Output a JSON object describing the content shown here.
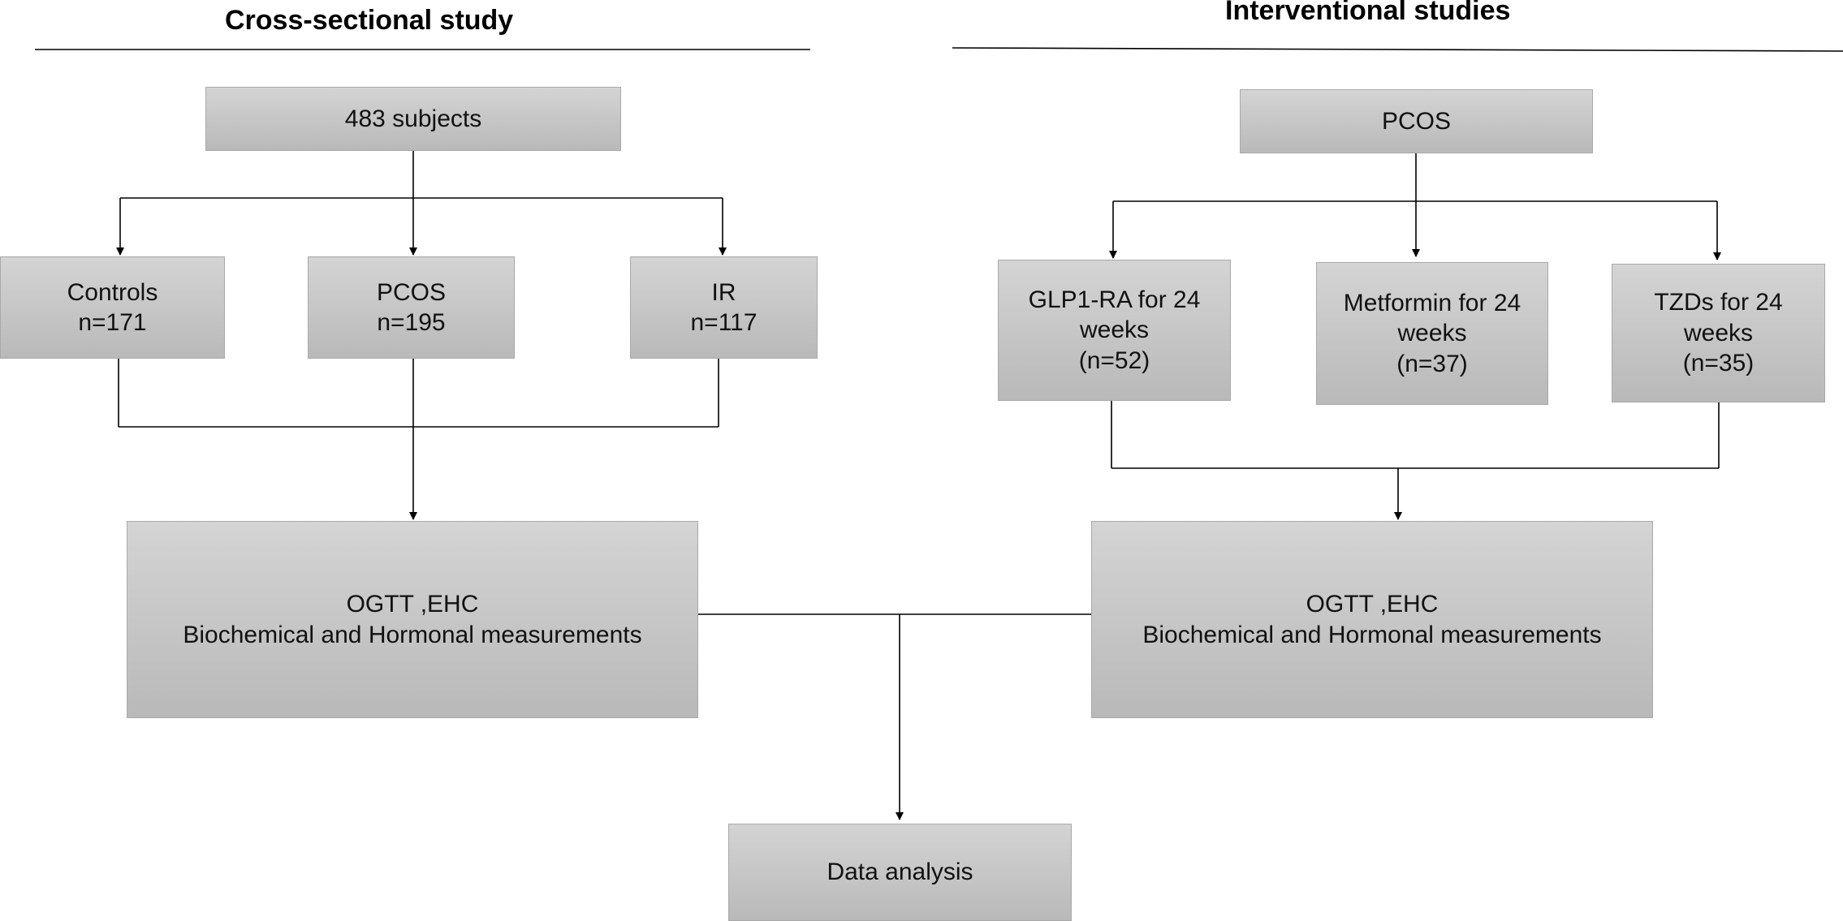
{
  "headers": {
    "left": "Cross-sectional study",
    "right": "Interventional studies"
  },
  "cross_sectional": {
    "root": "483 subjects",
    "groups": [
      {
        "label": "Controls",
        "count": "n=171"
      },
      {
        "label": "PCOS",
        "count": "n=195"
      },
      {
        "label": "IR",
        "count": "n=117"
      }
    ],
    "measurements": {
      "line1": "OGTT ,EHC",
      "line2": "Biochemical and Hormonal measurements"
    }
  },
  "interventional": {
    "root": "PCOS",
    "arms": [
      {
        "line1": "GLP1-RA for 24",
        "line2": "weeks",
        "line3": "(n=52)"
      },
      {
        "line1": "Metformin for 24",
        "line2": "weeks",
        "line3": "(n=37)"
      },
      {
        "line1": "TZDs for 24",
        "line2": "weeks",
        "line3": "(n=35)"
      }
    ],
    "measurements": {
      "line1": "OGTT ,EHC",
      "line2": "Biochemical and Hormonal measurements"
    }
  },
  "final": {
    "label": "Data analysis"
  }
}
